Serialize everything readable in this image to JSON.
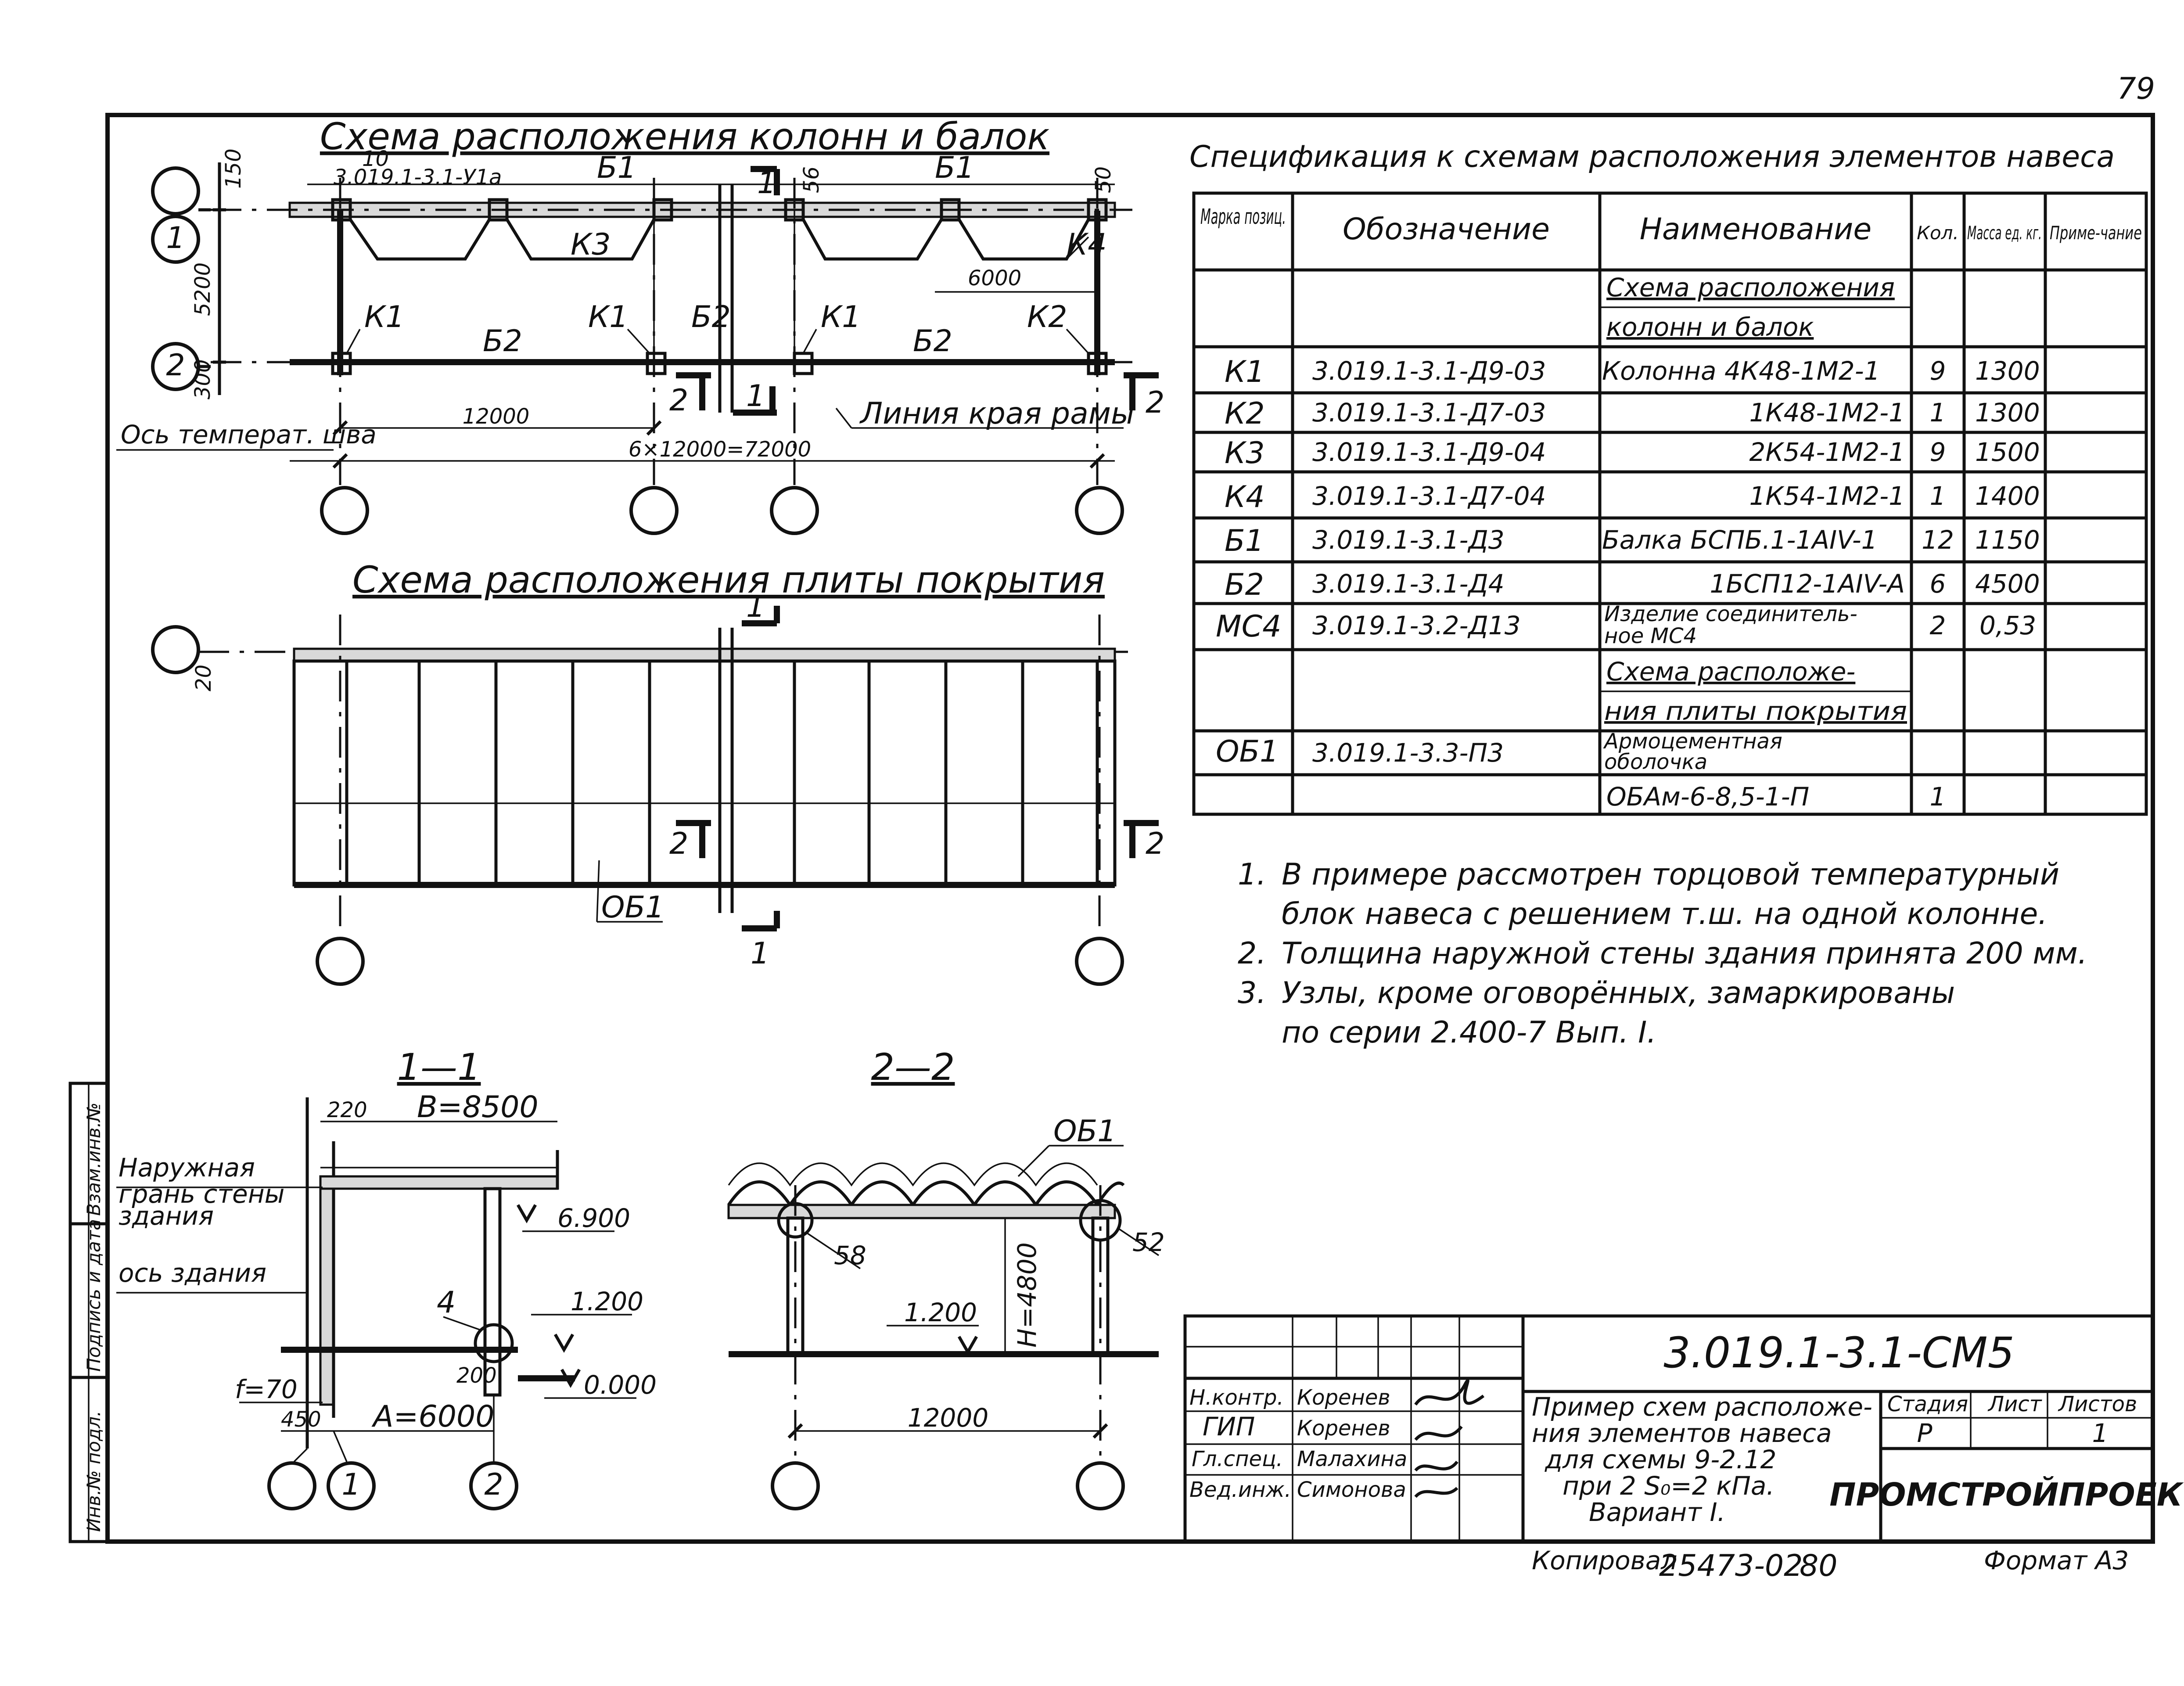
{
  "page_number": "79",
  "plan_columns_beams": {
    "title": "Схема расположения колонн и балок",
    "row_axis_1": "1",
    "row_axis_2": "2",
    "dim_ref": "10",
    "doc_ref": "3.019.1-3.1-У1а",
    "dim_150": "150",
    "dim_56": "56",
    "dim_50": "50",
    "dim_5200": "5200",
    "dim_300": "300",
    "dim_6000": "6000",
    "dim_12000": "12000",
    "dim_total": "6×12000=72000",
    "mark_b1": "Б1",
    "mark_b2": "Б2",
    "mark_k1": "К1",
    "mark_k2": "К2",
    "mark_k3": "К3",
    "mark_k4": "К4",
    "section_1": "1",
    "section_2": "2",
    "note_joint": "Ось температ. шва",
    "note_frame_line": "Линия края рамы"
  },
  "plan_slabs": {
    "title": "Схема расположения плиты покрытия",
    "dim_20": "20",
    "mark_ob1": "ОБ1",
    "section_1": "1",
    "section_2": "2"
  },
  "spec": {
    "title": "Спецификация к схемам расположения элементов навеса",
    "headers": {
      "mark": "Марка позиц.",
      "designation": "Обозначение",
      "name": "Наименование",
      "qty": "Кол.",
      "mass": "Масса ед. кг.",
      "note": "Приме-чание"
    },
    "section_a": [
      "Схема расположения",
      "колонн и балок"
    ],
    "rows": [
      {
        "mark": "К1",
        "designation": "3.019.1-3.1-Д9-03",
        "name": "Колонна 4К48-1М2-1",
        "qty": "9",
        "mass": "1300"
      },
      {
        "mark": "К2",
        "designation": "3.019.1-3.1-Д7-03",
        "name": "1К48-1М2-1",
        "qty": "1",
        "mass": "1300"
      },
      {
        "mark": "К3",
        "designation": "3.019.1-3.1-Д9-04",
        "name": "2К54-1М2-1",
        "qty": "9",
        "mass": "1500"
      },
      {
        "mark": "К4",
        "designation": "3.019.1-3.1-Д7-04",
        "name": "1К54-1М2-1",
        "qty": "1",
        "mass": "1400"
      },
      {
        "mark": "Б1",
        "designation": "3.019.1-3.1-Д3",
        "name": "Балка БСПБ.1-1АIV-1",
        "qty": "12",
        "mass": "1150"
      },
      {
        "mark": "Б2",
        "designation": "3.019.1-3.1-Д4",
        "name": "1БСП12-1АIV-А",
        "qty": "6",
        "mass": "4500"
      }
    ],
    "mc4_row": {
      "mark": "МС4",
      "designation": "3.019.1-3.2-Д13",
      "name_line1": "Изделие соединитель-",
      "name_line2": "ное МС4",
      "qty": "2",
      "mass": "0,53"
    },
    "section_b": [
      "Схема расположе-",
      "ния плиты покрытия"
    ],
    "ob1_row": {
      "mark": "ОБ1",
      "designation": "3.019.1-3.3-П3",
      "name_line1": "Армоцементная",
      "name_line2": "оболочка"
    },
    "ob1_sub": {
      "name": "ОБАм-6-8,5-1-П",
      "qty": "1"
    }
  },
  "notes": [
    {
      "num": "1.",
      "lines": [
        "В примере рассмотрен торцовой температурный",
        "блок навеса с решением т.ш. на одной колонне."
      ]
    },
    {
      "num": "2.",
      "lines": [
        "Толщина наружной стены здания принята 200 мм."
      ]
    },
    {
      "num": "3.",
      "lines": [
        "Узлы, кроме оговорённых, замаркированы",
        "по серии 2.400-7 Вып. I."
      ]
    }
  ],
  "section_1_1": {
    "title": "1—1",
    "dim_220": "220",
    "dim_b": "В=8500",
    "label_wall_line1": "Наружная",
    "label_wall_line2": "грань стены",
    "label_wall_line3": "здания",
    "label_axis": "ось здания",
    "elev_6900": "6.900",
    "elev_1200": "1.200",
    "elev_0": "0.000",
    "node_4": "4",
    "dim_200": "200",
    "dim_f": "f=70",
    "dim_450": "450",
    "dim_a": "А=6000",
    "axis_1": "1",
    "axis_2": "2"
  },
  "section_2_2": {
    "title": "2—2",
    "mark_ob1": "ОБ1",
    "node_58": "58",
    "node_52": "52",
    "elev_1200": "1.200",
    "dim_h": "Н=4800",
    "dim_12000": "12000"
  },
  "title_block": {
    "code": "3.019.1-3.1-СМ5",
    "roles": [
      "Н.контр.",
      "ГИП",
      "Гл.спец.",
      "Вед.инж."
    ],
    "names": [
      "Коренев",
      "Коренев",
      "Малахина",
      "Симонова"
    ],
    "description": [
      "Пример схем расположе-",
      "ния элементов навеса",
      "для схемы 9-2.12",
      "при 2 S₀=2 кПа.",
      "Вариант I."
    ],
    "stage_label": "Стадия",
    "sheet_label": "Лист",
    "sheets_label": "Листов",
    "stage": "Р",
    "sheets": "1",
    "org": "ПРОМСТРОЙПРОЕКТ"
  },
  "side_stamp": [
    "Инв.№ подл.",
    "Подпись и дата",
    "Взам.инв.№"
  ],
  "footer": {
    "copied_label": "Копировал",
    "copied_num": "25473-02",
    "copied_page": "80",
    "format": "Формат А3"
  }
}
